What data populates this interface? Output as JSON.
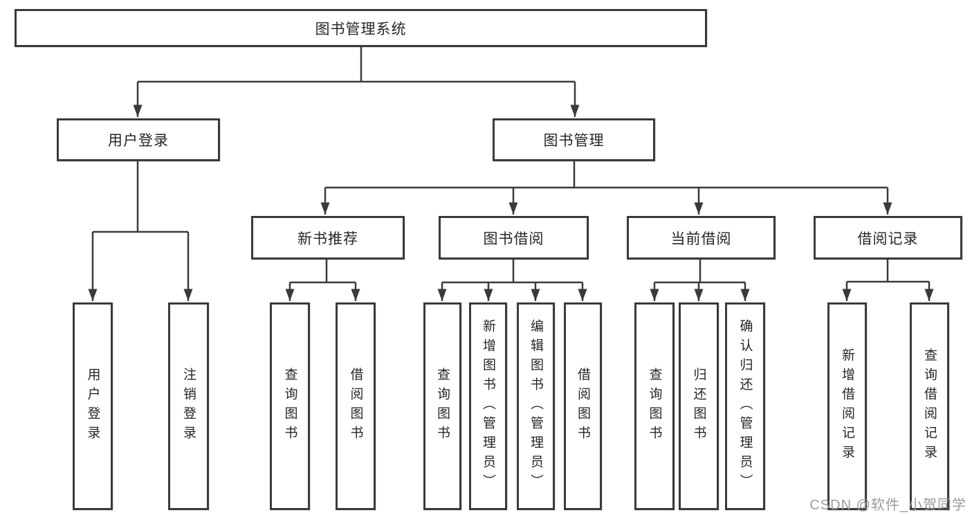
{
  "tree": {
    "label": "图书管理系统",
    "children": [
      {
        "label": "用户登录",
        "children": [
          {
            "label": "用户登录"
          },
          {
            "label": "注销登录"
          }
        ]
      },
      {
        "label": "图书管理",
        "children": [
          {
            "label": "新书推荐",
            "children": [
              {
                "label": "查询图书"
              },
              {
                "label": "借阅图书"
              }
            ]
          },
          {
            "label": "图书借阅",
            "children": [
              {
                "label": "查询图书"
              },
              {
                "label": "新增图书（管理员）"
              },
              {
                "label": "编辑图书（管理员）"
              },
              {
                "label": "借阅图书"
              }
            ]
          },
          {
            "label": "当前借阅",
            "children": [
              {
                "label": "查询图书"
              },
              {
                "label": "归还图书"
              },
              {
                "label": "确认归还（管理员）"
              }
            ]
          },
          {
            "label": "借阅记录",
            "children": [
              {
                "label": "新增借阅记录"
              },
              {
                "label": "查询借阅记录"
              }
            ]
          }
        ]
      }
    ]
  },
  "watermark": "CSDN @软件_小贺同学",
  "colors": {
    "line": "#3a3a3a",
    "box_border": "#3a3a3a",
    "text": "#262626",
    "watermark": "#9b9b9b",
    "background": "#ffffff"
  }
}
